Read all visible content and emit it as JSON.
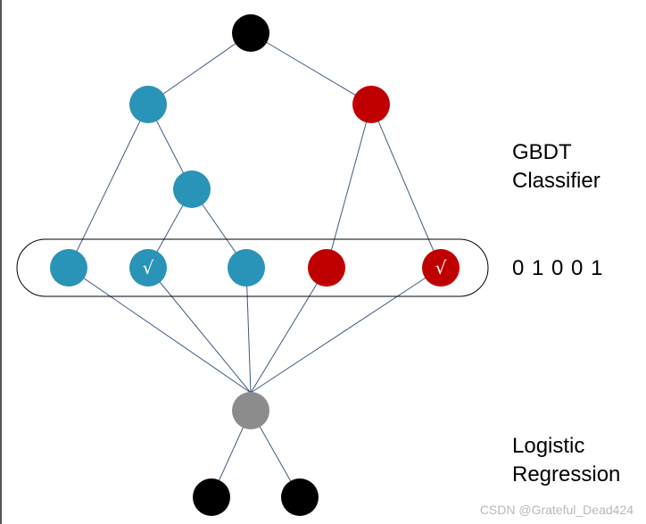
{
  "labels": {
    "gbdt_line1": "GBDT",
    "gbdt_line2": "Classifier",
    "leaf_code": "0 1 0 0 1",
    "lr_line1": "Logistic",
    "lr_line2": "Regression"
  },
  "checkmark": "√",
  "watermark": "CSDN @Grateful_Dead424",
  "colors": {
    "tree1": "#2a93b8",
    "tree2": "#c00000",
    "root": "#000000",
    "lr_node": "#8c8c8c",
    "edge": "#3d5a80"
  }
}
